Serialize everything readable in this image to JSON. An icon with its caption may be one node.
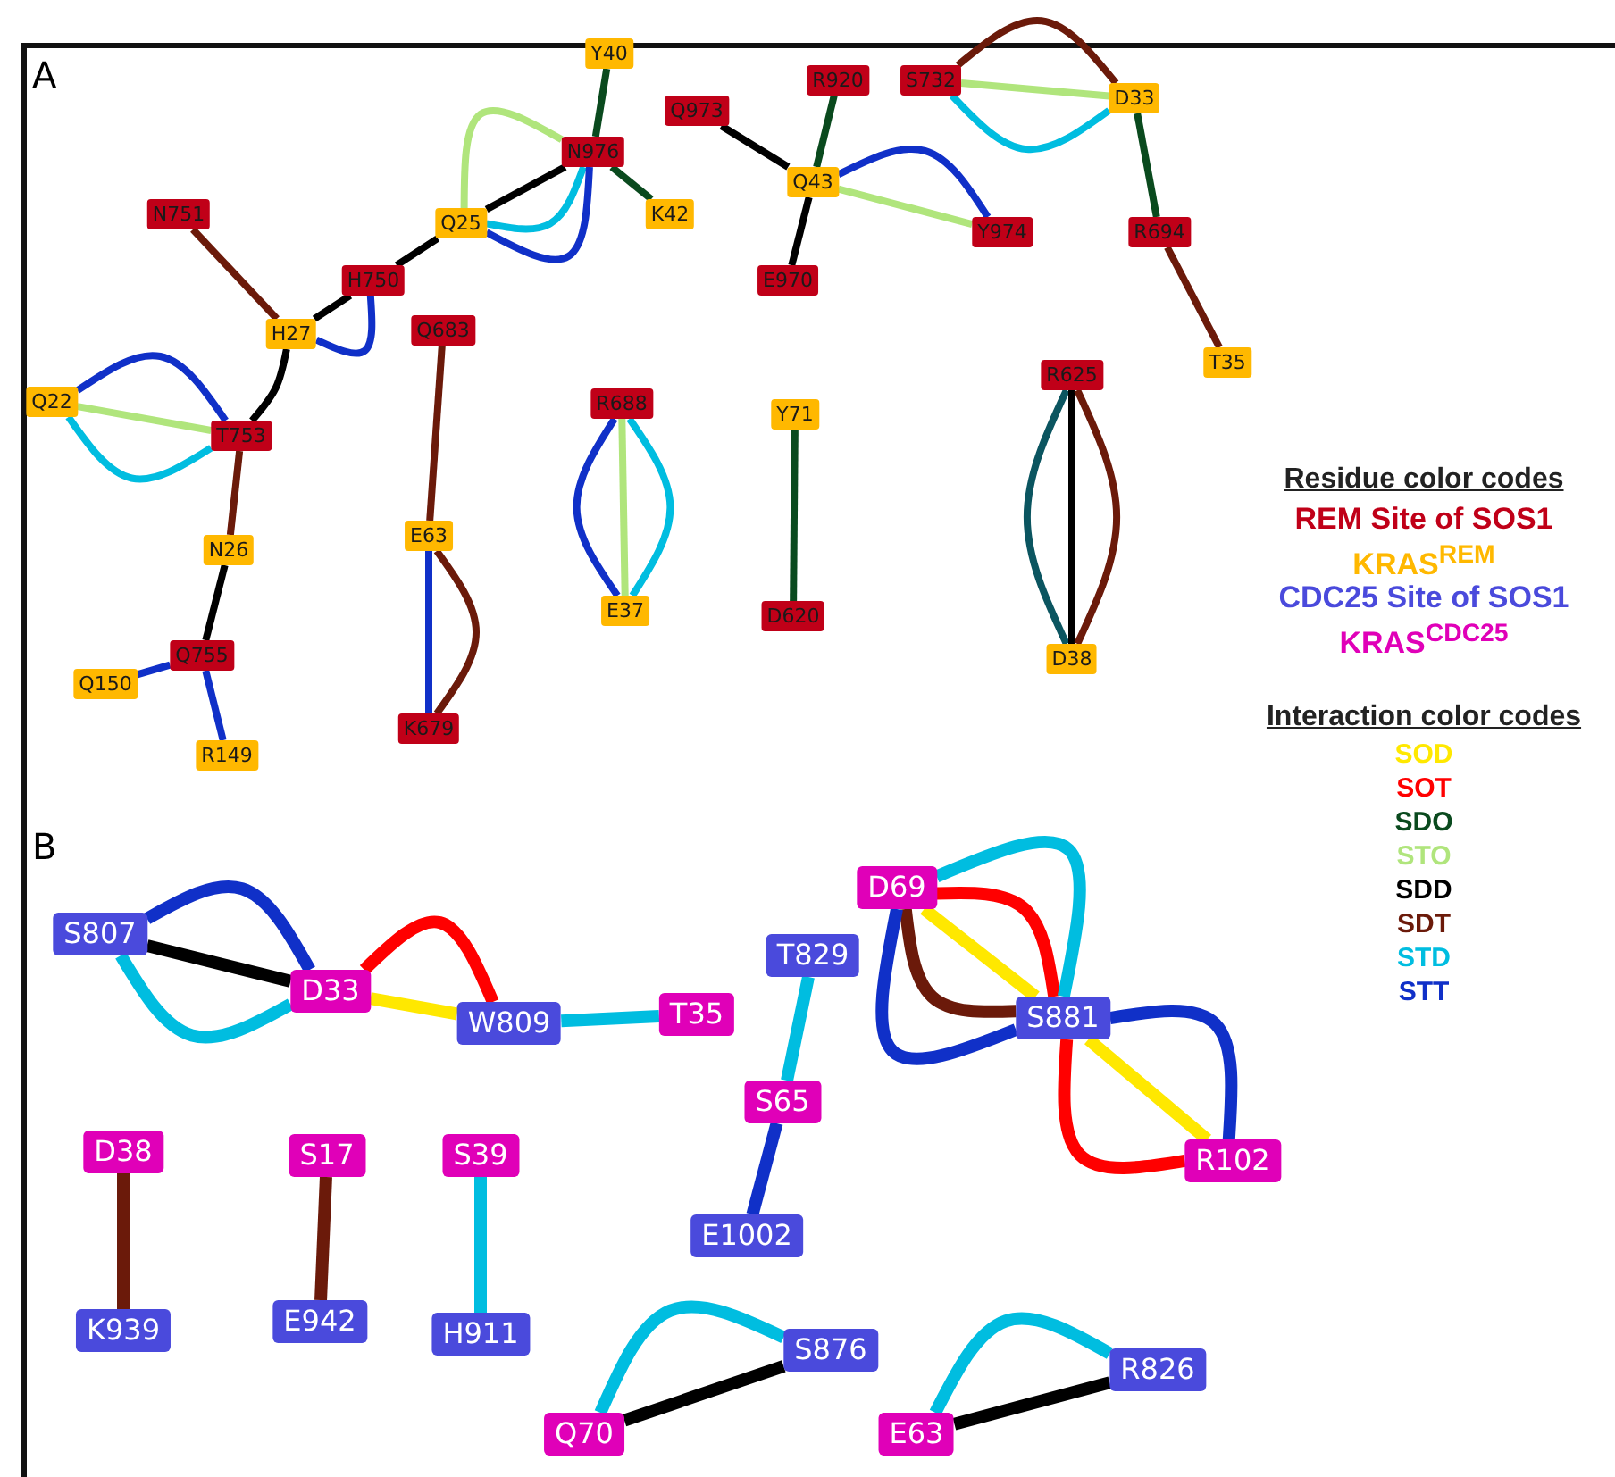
{
  "diagram": {
    "nodes": [
      {
        "text": [
          "Y40"
        ]
      },
      {
        "text": [
          "Q973"
        ]
      },
      {
        "text": [
          "R920"
        ]
      },
      {
        "text": [
          "S732"
        ]
      },
      {
        "text": [
          "D33"
        ]
      },
      {
        "text": [
          "N976"
        ]
      },
      {
        "text": [
          "K42"
        ]
      },
      {
        "text": [
          "N751"
        ]
      },
      {
        "text": [
          "Q25"
        ]
      },
      {
        "text": [
          "Q43"
        ]
      },
      {
        "text": [
          "Y974"
        ]
      },
      {
        "text": [
          "R694"
        ]
      },
      {
        "text": [
          "E970"
        ]
      },
      {
        "text": [
          "H750"
        ]
      },
      {
        "text": [
          "H27"
        ]
      },
      {
        "text": [
          "Q683"
        ]
      },
      {
        "text": [
          "T35"
        ]
      },
      {
        "text": [
          "R625"
        ]
      },
      {
        "text": [
          "Q22"
        ]
      },
      {
        "text": [
          "T753"
        ]
      },
      {
        "text": [
          "R688"
        ]
      },
      {
        "text": [
          "Y71"
        ]
      },
      {
        "text": [
          "E63"
        ]
      },
      {
        "text": [
          "N26"
        ]
      },
      {
        "text": [
          "E37"
        ]
      },
      {
        "text": [
          "D620"
        ]
      },
      {
        "text": [
          "D38"
        ]
      },
      {
        "text": [
          "Q755"
        ]
      },
      {
        "text": [
          "Q150"
        ]
      },
      {
        "text": [
          "R149"
        ]
      },
      {
        "text": [
          "K679"
        ]
      },
      {
        "text": [
          "D69"
        ]
      },
      {
        "text": [
          "S807"
        ]
      },
      {
        "text": [
          "T829"
        ]
      },
      {
        "text": [
          "D33"
        ]
      },
      {
        "text": [
          "W809"
        ]
      },
      {
        "text": [
          "T35"
        ]
      },
      {
        "text": [
          "S881"
        ]
      },
      {
        "text": [
          "S65"
        ]
      },
      {
        "text": [
          "D38"
        ]
      },
      {
        "text": [
          "S17"
        ]
      },
      {
        "text": [
          "S39"
        ]
      },
      {
        "text": [
          "R102"
        ]
      },
      {
        "text": [
          "E1002"
        ]
      },
      {
        "text": [
          "K939"
        ]
      },
      {
        "text": [
          "E942"
        ]
      },
      {
        "text": [
          "H911"
        ]
      },
      {
        "text": [
          "S876"
        ]
      },
      {
        "text": [
          "R826"
        ]
      },
      {
        "text": [
          "Q70"
        ]
      },
      {
        "text": [
          "E63"
        ]
      }
    ],
    "edges": [
      {
        "from": 0,
        "to": 5,
        "arrow": "none",
        "color": "#0a4a1e"
      },
      {
        "from": 5,
        "to": 6,
        "arrow": "none",
        "color": "#0a4a1e"
      },
      {
        "from": 8,
        "to": 5,
        "arrow": "none",
        "color": "#000000"
      },
      {
        "from": 8,
        "to": 5,
        "arrow": "none",
        "color": "#b0e57c"
      },
      {
        "from": 8,
        "to": 5,
        "arrow": "none",
        "color": "#00bde0"
      },
      {
        "from": 8,
        "to": 5,
        "arrow": "none",
        "color": "#1030c8"
      },
      {
        "from": 13,
        "to": 8,
        "arrow": "none",
        "color": "#000000"
      },
      {
        "from": 14,
        "to": 13,
        "arrow": "none",
        "color": "#000000"
      },
      {
        "from": 14,
        "to": 13,
        "arrow": "none",
        "color": "#1030c8"
      },
      {
        "from": 7,
        "to": 14,
        "arrow": "none",
        "color": "#6b1a0a"
      },
      {
        "from": 14,
        "to": 19,
        "arrow": "none",
        "color": "#000000"
      },
      {
        "from": 18,
        "to": 19,
        "arrow": "none",
        "color": "#b0e57c"
      },
      {
        "from": 18,
        "to": 19,
        "arrow": "none",
        "color": "#1030c8"
      },
      {
        "from": 18,
        "to": 19,
        "arrow": "none",
        "color": "#00bde0"
      },
      {
        "from": 19,
        "to": 23,
        "arrow": "none",
        "color": "#6b1a0a"
      },
      {
        "from": 23,
        "to": 27,
        "arrow": "none",
        "color": "#000000"
      },
      {
        "from": 27,
        "to": 28,
        "arrow": "none",
        "color": "#1030c8"
      },
      {
        "from": 27,
        "to": 29,
        "arrow": "none",
        "color": "#1030c8"
      },
      {
        "from": 15,
        "to": 22,
        "arrow": "none",
        "color": "#6b1a0a"
      },
      {
        "from": 22,
        "to": 30,
        "arrow": "none",
        "color": "#1030c8"
      },
      {
        "from": 22,
        "to": 30,
        "arrow": "none",
        "color": "#6b1a0a"
      },
      {
        "from": 20,
        "to": 24,
        "arrow": "none",
        "color": "#1030c8"
      },
      {
        "from": 20,
        "to": 24,
        "arrow": "none",
        "color": "#b0e57c"
      },
      {
        "from": 20,
        "to": 24,
        "arrow": "none",
        "color": "#00bde0"
      },
      {
        "from": 21,
        "to": 25,
        "arrow": "none",
        "color": "#0a4a1e"
      },
      {
        "from": 1,
        "to": 9,
        "arrow": "none",
        "color": "#000000"
      },
      {
        "from": 2,
        "to": 9,
        "arrow": "none",
        "color": "#0a4a1e"
      },
      {
        "from": 9,
        "to": 12,
        "arrow": "none",
        "color": "#000000"
      },
      {
        "from": 9,
        "to": 10,
        "arrow": "none",
        "color": "#1030c8"
      },
      {
        "from": 9,
        "to": 10,
        "arrow": "none",
        "color": "#b0e57c"
      },
      {
        "from": 3,
        "to": 4,
        "arrow": "none",
        "color": "#6b1a0a"
      },
      {
        "from": 3,
        "to": 4,
        "arrow": "none",
        "color": "#b0e57c"
      },
      {
        "from": 3,
        "to": 4,
        "arrow": "none",
        "color": "#00bde0"
      },
      {
        "from": 4,
        "to": 11,
        "arrow": "none",
        "color": "#0a4a1e"
      },
      {
        "from": 11,
        "to": 16,
        "arrow": "none",
        "color": "#6b1a0a"
      },
      {
        "from": 17,
        "to": 26,
        "arrow": "none",
        "color": "#0b5560"
      },
      {
        "from": 17,
        "to": 26,
        "arrow": "none",
        "color": "#000000"
      },
      {
        "from": 17,
        "to": 26,
        "arrow": "none",
        "color": "#6b1a0a"
      },
      {
        "from": 32,
        "to": 34,
        "arrow": "none",
        "color": "#000000"
      },
      {
        "from": 32,
        "to": 34,
        "arrow": "none",
        "color": "#1030c8"
      },
      {
        "from": 32,
        "to": 34,
        "arrow": "none",
        "color": "#00bde0"
      },
      {
        "from": 34,
        "to": 35,
        "arrow": "none",
        "color": "#ffe800"
      },
      {
        "from": 34,
        "to": 35,
        "arrow": "none",
        "color": "#ff0000"
      },
      {
        "from": 35,
        "to": 36,
        "arrow": "none",
        "color": "#00bde0"
      },
      {
        "from": 33,
        "to": 38,
        "arrow": "none",
        "color": "#00bde0"
      },
      {
        "from": 38,
        "to": 43,
        "arrow": "none",
        "color": "#1030c8"
      },
      {
        "from": 31,
        "to": 37,
        "arrow": "none",
        "color": "#ffe800"
      },
      {
        "from": 31,
        "to": 37,
        "arrow": "none",
        "color": "#ff0000"
      },
      {
        "from": 31,
        "to": 37,
        "arrow": "none",
        "color": "#00bde0"
      },
      {
        "from": 31,
        "to": 37,
        "arrow": "none",
        "color": "#6b1a0a"
      },
      {
        "from": 31,
        "to": 37,
        "arrow": "none",
        "color": "#1030c8"
      },
      {
        "from": 37,
        "to": 42,
        "arrow": "none",
        "color": "#ffe800"
      },
      {
        "from": 37,
        "to": 42,
        "arrow": "none",
        "color": "#1030c8"
      },
      {
        "from": 37,
        "to": 42,
        "arrow": "none",
        "color": "#ff0000"
      },
      {
        "from": 39,
        "to": 44,
        "arrow": "none",
        "color": "#6b1a0a"
      },
      {
        "from": 40,
        "to": 45,
        "arrow": "none",
        "color": "#6b1a0a"
      },
      {
        "from": 41,
        "to": 46,
        "arrow": "none",
        "color": "#00bde0"
      },
      {
        "from": 49,
        "to": 47,
        "arrow": "none",
        "color": "#000000"
      },
      {
        "from": 49,
        "to": 47,
        "arrow": "none",
        "color": "#00bde0"
      },
      {
        "from": 50,
        "to": 48,
        "arrow": "none",
        "color": "#000000"
      },
      {
        "from": 50,
        "to": 48,
        "arrow": "none",
        "color": "#00bde0"
      }
    ],
    "labels": [
      "A",
      "B",
      "Residue color codes",
      "Interaction color codes"
    ],
    "legend": [
      {
        "text": "REM Site of SOS1",
        "color": "#c00018"
      },
      {
        "text": "KRAS$^{REM}$",
        "color": "#ffb800"
      },
      {
        "text": "CDC25 Site of SOS1",
        "color": "#4a4adc"
      },
      {
        "text": "KRAS$^{CDC25}$",
        "color": "#e000b8"
      },
      {
        "text": "SOD",
        "color": "#ffe800"
      },
      {
        "text": "SOT",
        "color": "#ff0000"
      },
      {
        "text": "SDO",
        "color": "#0a4a1e"
      },
      {
        "text": "STO",
        "color": "#b0e57c"
      },
      {
        "text": "SDD",
        "color": "#000000"
      },
      {
        "text": "SDT",
        "color": "#6b1a0a"
      },
      {
        "text": "STD",
        "color": "#00bde0"
      },
      {
        "text": "STT",
        "color": "#1030c8"
      }
    ]
  }
}
